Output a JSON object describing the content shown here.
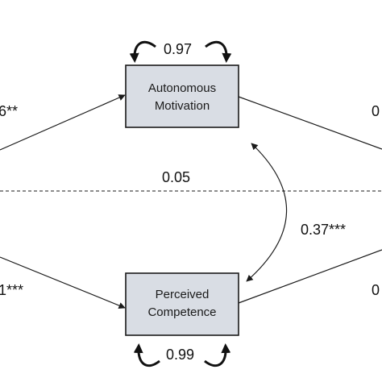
{
  "nodes": {
    "autonomous": {
      "line1": "Autonomous",
      "line2": "Motivation",
      "variance": "0.97"
    },
    "competence": {
      "line1": "Perceived",
      "line2": "Competence",
      "variance": "0.99"
    }
  },
  "labels": {
    "left_upper": "6**",
    "left_lower": "1***",
    "right_upper": "0",
    "right_lower": "0",
    "middle_dashed": "0.05",
    "covariance": "0.37***"
  },
  "colors": {
    "box_fill": "#d9dde4",
    "stroke": "#1a1a1a"
  }
}
